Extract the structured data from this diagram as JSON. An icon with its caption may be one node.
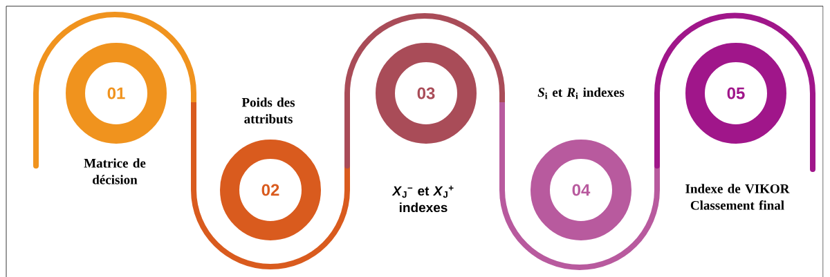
{
  "diagram": {
    "nodes": [
      {
        "text": [
          "01"
        ],
        "beside": [
          "Matrice de décision"
        ]
      },
      {
        "text": [
          "02"
        ],
        "beside": [
          "Poids des attributs"
        ]
      },
      {
        "text": [
          "03"
        ],
        "beside": [
          "*X*$_{J}$$^{−}$ et *X*$_{J}$$^{+}$ indexes"
        ]
      },
      {
        "text": [
          "04"
        ],
        "beside": [
          "*S*$_{i}$ et *R*$_{i}$ indexes"
        ]
      },
      {
        "text": [
          "05"
        ],
        "beside": [
          "Indexe de VIKOR Classement final"
        ]
      }
    ]
  }
}
